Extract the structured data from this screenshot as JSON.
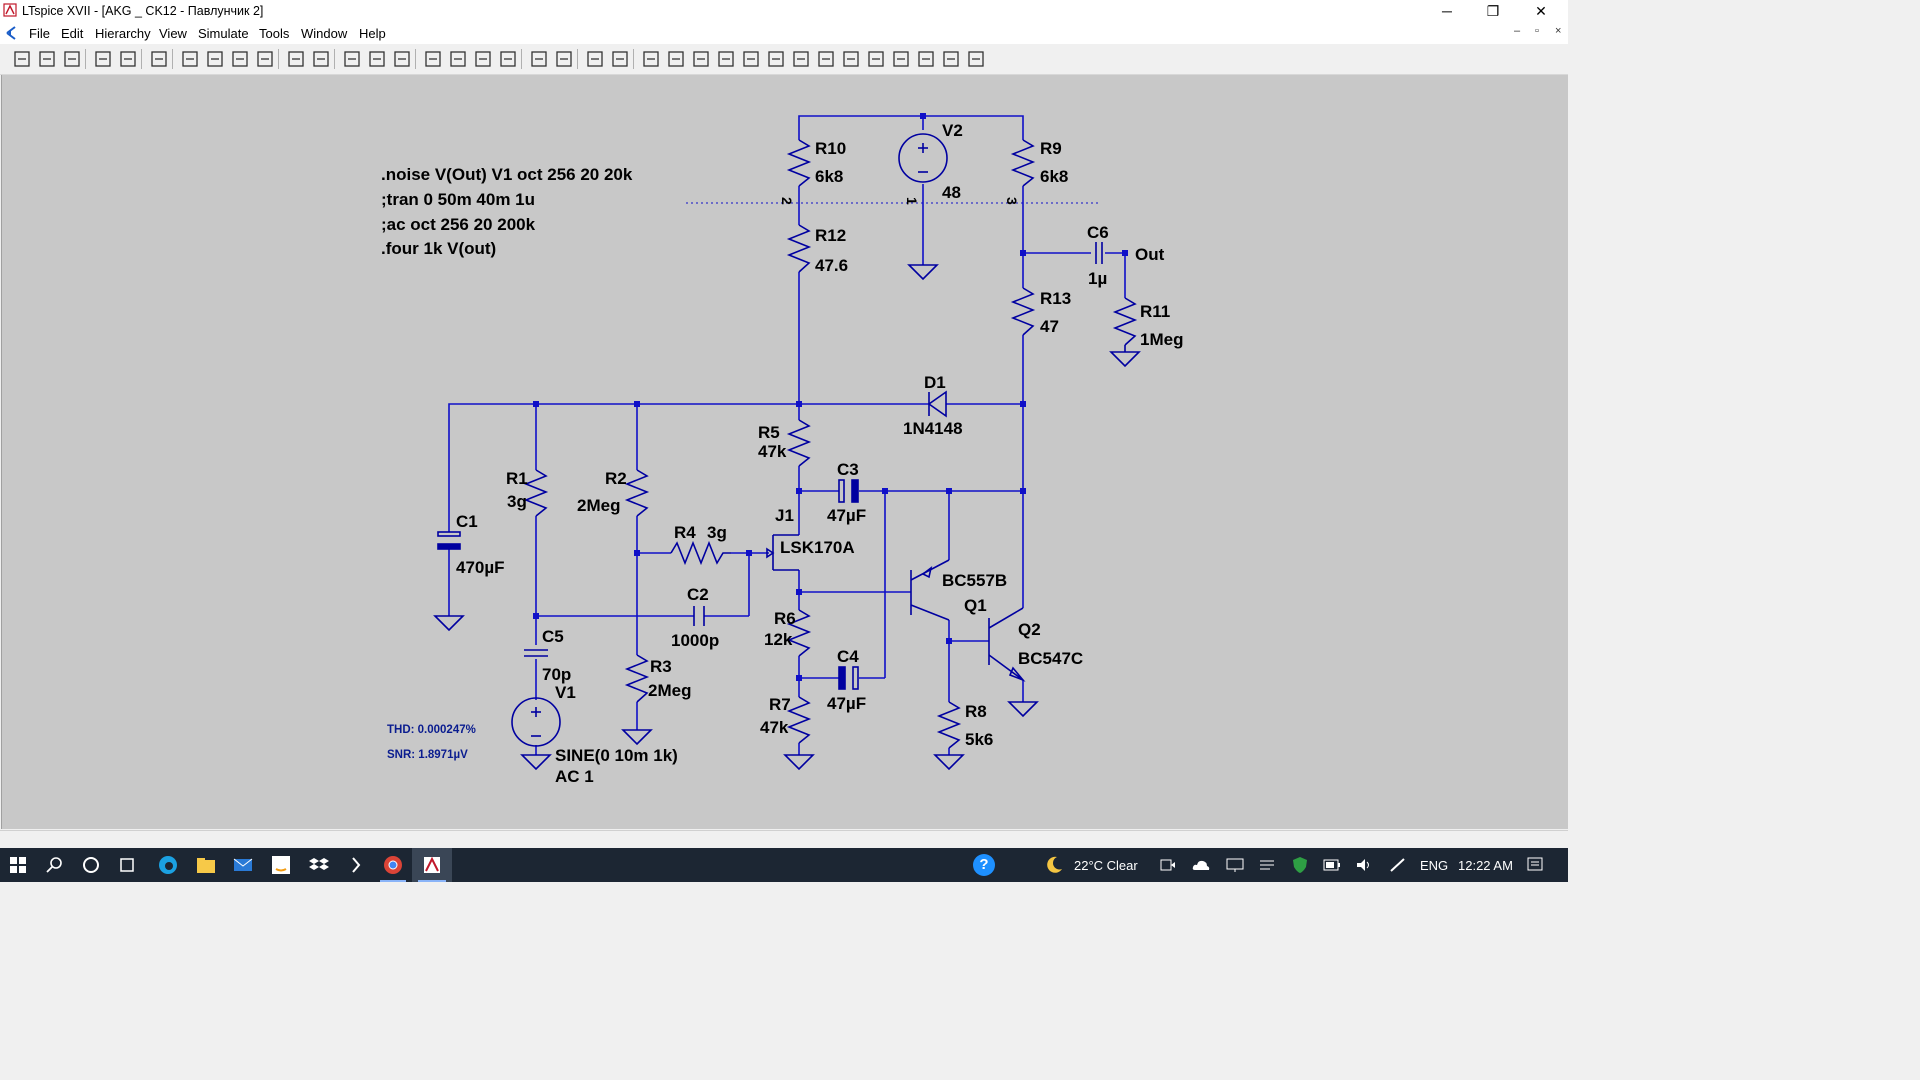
{
  "window": {
    "title": "LTspice XVII - [AKG _ CK12 - Павлунчик 2]",
    "minimize": "─",
    "restore": "❐",
    "close": "✕"
  },
  "menu": {
    "items": [
      "File",
      "Edit",
      "Hierarchy",
      "View",
      "Simulate",
      "Tools",
      "Window",
      "Help"
    ],
    "mdi_minimize": "–",
    "mdi_restore": "▫",
    "mdi_close": "×"
  },
  "toolbar": {
    "icons": [
      "run-icon",
      "open-icon",
      "save-icon",
      "control-panel-icon",
      "halt-icon",
      "pan-icon",
      "zoom-in-icon",
      "zoom-full-icon",
      "zoom-out-icon",
      "zoom-fit-icon",
      "tile-h-icon",
      "tile-v-icon",
      "cascade-icon",
      "close-all-icon",
      "new-window-icon",
      "cut-icon",
      "copy-icon",
      "paste-icon",
      "find-icon",
      "print-icon",
      "print-preview-icon",
      "pencil-icon",
      "ground-icon",
      "label-icon",
      "resistor-icon",
      "capacitor-icon",
      "inductor-icon",
      "diode-icon",
      "component-icon",
      "move-icon",
      "drag-icon",
      "undo-icon",
      "redo-icon",
      "rotate-icon",
      "mirror-icon",
      "text-icon",
      "spice-directive-icon"
    ]
  },
  "schematic": {
    "directives": [
      ".noise V(Out) V1 oct 256 20 20k",
      ";tran 0 50m 40m 1u",
      ";ac oct 256 20 200k",
      ".four 1k V(out)"
    ],
    "results": {
      "thd": "THD: 0.000247%",
      "snr": "SNR: 1.8971µV"
    },
    "components": {
      "R10": {
        "name": "R10",
        "value": "6k8"
      },
      "R9": {
        "name": "R9",
        "value": "6k8"
      },
      "R12": {
        "name": "R12",
        "value": "47.6"
      },
      "R13": {
        "name": "R13",
        "value": "47"
      },
      "R11": {
        "name": "R11",
        "value": "1Meg"
      },
      "R5": {
        "name": "R5",
        "value": "47k"
      },
      "R1": {
        "name": "R1",
        "value": "3g"
      },
      "R2": {
        "name": "R2",
        "value": "2Meg"
      },
      "R3": {
        "name": "R3",
        "value": "2Meg"
      },
      "R4": {
        "name": "R4",
        "value": "3g"
      },
      "R6": {
        "name": "R6",
        "value": "12k"
      },
      "R7": {
        "name": "R7",
        "value": "47k"
      },
      "R8": {
        "name": "R8",
        "value": "5k6"
      },
      "C1": {
        "name": "C1",
        "value": "470µF"
      },
      "C2": {
        "name": "C2",
        "value": "1000p"
      },
      "C3": {
        "name": "C3",
        "value": "47µF"
      },
      "C4": {
        "name": "C4",
        "value": "47µF"
      },
      "C5": {
        "name": "C5",
        "value": "70p"
      },
      "C6": {
        "name": "C6",
        "value": "1µ"
      },
      "V1": {
        "name": "V1",
        "value": "SINE(0 10m 1k)",
        "value2": "AC 1"
      },
      "V2": {
        "name": "V2",
        "value": "48"
      },
      "D1": {
        "name": "D1",
        "value": "1N4148"
      },
      "J1": {
        "name": "J1",
        "value": "LSK170A"
      },
      "Q1": {
        "name": "Q1",
        "value": "BC557B"
      },
      "Q2": {
        "name": "Q2",
        "value": "BC547C"
      }
    },
    "net_label_out": "Out",
    "pin_labels": [
      "2",
      "1",
      "3"
    ],
    "colors": {
      "wire": "#1010c8",
      "background": "#c8c8c8"
    }
  },
  "taskbar": {
    "weather": "22°C Clear",
    "language": "ENG",
    "time": "12:22 AM",
    "help": "?"
  }
}
